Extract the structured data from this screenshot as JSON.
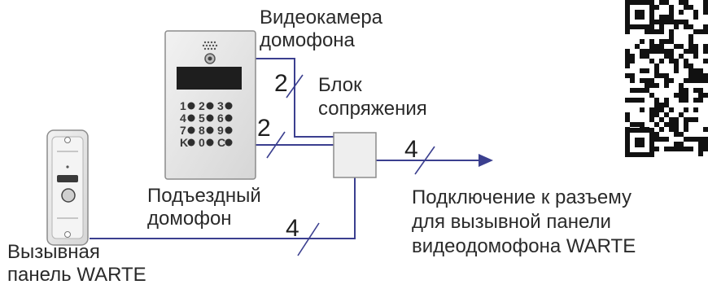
{
  "labels": {
    "camera": [
      "Видеокамера",
      "домофона"
    ],
    "interface_block": [
      "Блок",
      "сопряжения"
    ],
    "entrance_intercom": [
      "Подъездный",
      "домофон"
    ],
    "call_panel": [
      "Вызывная",
      "панель WARTE"
    ],
    "connection": [
      "Подключение к разъему",
      "для вызывной панели",
      "видеодомофона WARTE"
    ]
  },
  "wire_counts": {
    "camera_to_block": "2",
    "keypad_to_block": "2",
    "block_to_connector": "4",
    "panel_to_block": "4"
  },
  "keypad": {
    "rows": [
      [
        "1",
        "2",
        "3"
      ],
      [
        "4",
        "5",
        "6"
      ],
      [
        "7",
        "8",
        "9"
      ],
      [
        "K",
        "0",
        "C"
      ]
    ]
  },
  "colors": {
    "wire": "#3b3f8f",
    "device_fill": "#e6e6e6",
    "device_stroke": "#8c8c8c",
    "display": "#1e1e1e",
    "text": "#2a2a2a"
  },
  "qr_code": "qr-code-image"
}
